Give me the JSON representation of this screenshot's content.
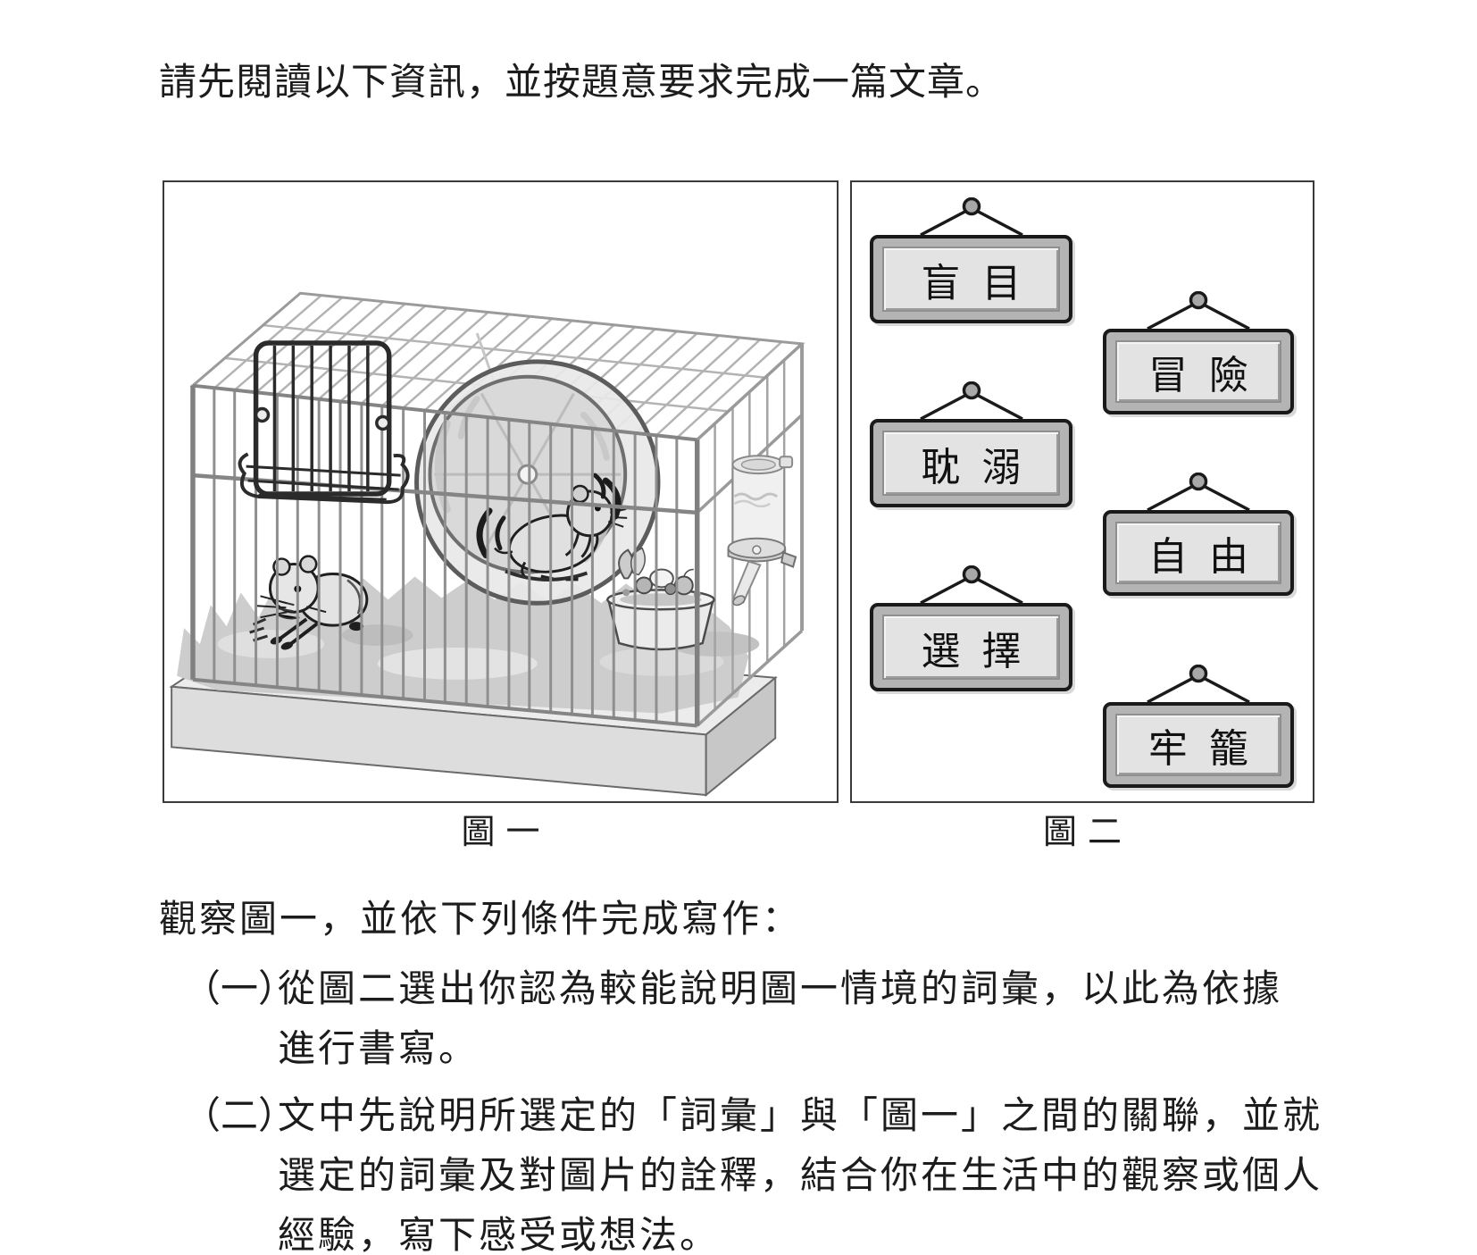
{
  "page": {
    "intro": "請先閱讀以下資訊，並按題意要求完成一篇文章。",
    "task_intro": "觀察圖一，並依下列條件完成寫作："
  },
  "figure1": {
    "caption": "圖一"
  },
  "figure2": {
    "caption": "圖二",
    "signs": [
      {
        "label": "盲目"
      },
      {
        "label": "冒險"
      },
      {
        "label": "耽溺"
      },
      {
        "label": "自由"
      },
      {
        "label": "選擇"
      },
      {
        "label": "牢籠"
      }
    ]
  },
  "conditions": [
    {
      "marker": "（一）",
      "lines": [
        "從圖二選出你認為較能說明圖一情境的詞彙，以此為依據",
        "進行書寫。"
      ]
    },
    {
      "marker": "（二）",
      "lines": [
        "文中先說明所選定的「詞彙」與「圖一」之間的關聯，並就",
        "選定的詞彙及對圖片的詮釋，結合你在生活中的觀察或個人",
        "經驗，寫下感受或想法。"
      ]
    }
  ]
}
